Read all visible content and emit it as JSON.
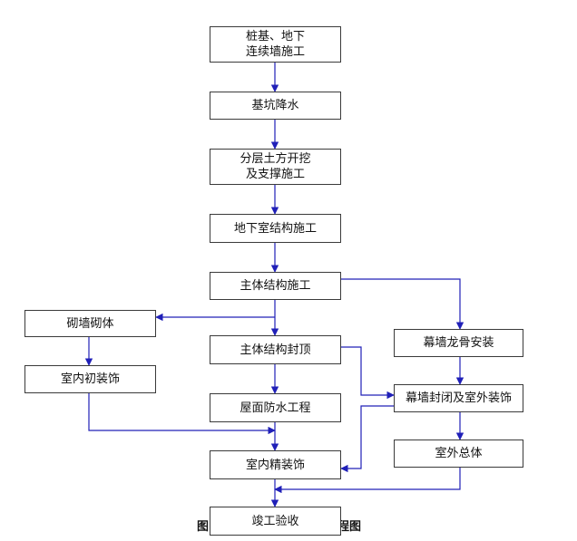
{
  "diagram": {
    "type": "flowchart",
    "line_color": "#2020b8",
    "nodes": {
      "pile": "桩基、地下\n连续墙施工",
      "dewater": "基坑降水",
      "excavate": "分层土方开挖\n及支撑施工",
      "basement": "地下室结构施工",
      "main": "主体结构施工",
      "masonry": "砌墙砌体",
      "topping": "主体结构封顶",
      "curtain_frame": "幕墙龙骨安装",
      "interior_rough": "室内初装饰",
      "curtain_seal": "幕墙封闭及室外装饰",
      "roof": "屋面防水工程",
      "exterior_total": "室外总体",
      "interior_fine": "室内精装饰",
      "acceptance": "竣工验收"
    },
    "caption_left": "图",
    "caption_right": "程图"
  }
}
